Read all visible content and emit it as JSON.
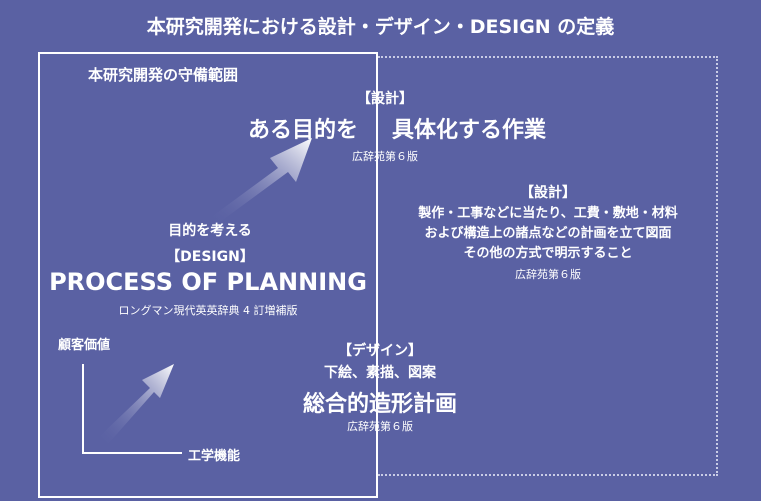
{
  "title": "本研究開発における設計・デザイン・DESIGN の定義",
  "scope_label": "本研究開発の守備範囲",
  "def_top": {
    "tag": "【設計】",
    "main_left": "ある目的を",
    "main_right": "具体化する作業",
    "source": "広辞苑第６版"
  },
  "def_right": {
    "tag": "【設計】",
    "lines": [
      "製作・工事などに当たり、工費・敷地・材料",
      "および構造上の諸点などの計画を立て図面",
      "その他の方式で明示すること"
    ],
    "source": "広辞苑第６版"
  },
  "def_design": {
    "goal": "目的を考える",
    "tag": "【DESIGN】",
    "main": "PROCESS OF PLANNING",
    "source": "ロングマン現代英英辞典 4 訂増補版"
  },
  "def_dezain": {
    "tag": "【デザイン】",
    "sub": "下絵、素描、図案",
    "main": "総合的造形計画",
    "source": "広辞苑第６版"
  },
  "axes": {
    "y_label": "顧客価値",
    "x_label": "工学機能"
  },
  "colors": {
    "background": "#5a61a3",
    "text": "#ffffff"
  }
}
